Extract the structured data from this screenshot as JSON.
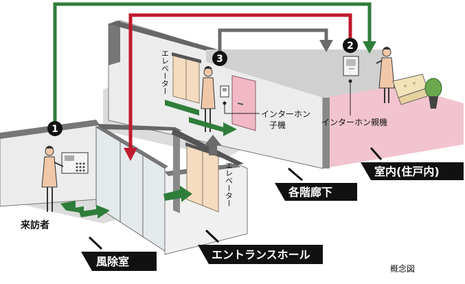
{
  "steps": [
    "1",
    "2",
    "3"
  ],
  "labels": {
    "elevator_upper": "エレベーター",
    "elevator_lower": "エレベーター",
    "intercom_sub_line1": "インターホン",
    "intercom_sub_line2": "子機",
    "intercom_main": "インターホン親機",
    "visitor": "来訪者",
    "windbreak_room": "風除室",
    "entrance_hall": "エントランスホール",
    "floor_corridor": "各階廊下",
    "indoor": "室内(住戸内)",
    "concept": "概念図"
  },
  "colors": {
    "route_green": "#2f7d3a",
    "route_red": "#c0192c",
    "route_gray": "#6b6b6b",
    "floor_gray": "#d6d6d6",
    "wall_gray": "#9a9a9a",
    "unit_pink": "#f2c4cf",
    "door_beige": "#f5dcc0",
    "label_black": "#111111"
  },
  "icons": [
    "visitor-figure-icon",
    "resident-figure-icon",
    "intercom-panel-icon",
    "intercom-monitor-icon",
    "sofa-icon",
    "plant-icon",
    "direction-arrow-icon"
  ]
}
